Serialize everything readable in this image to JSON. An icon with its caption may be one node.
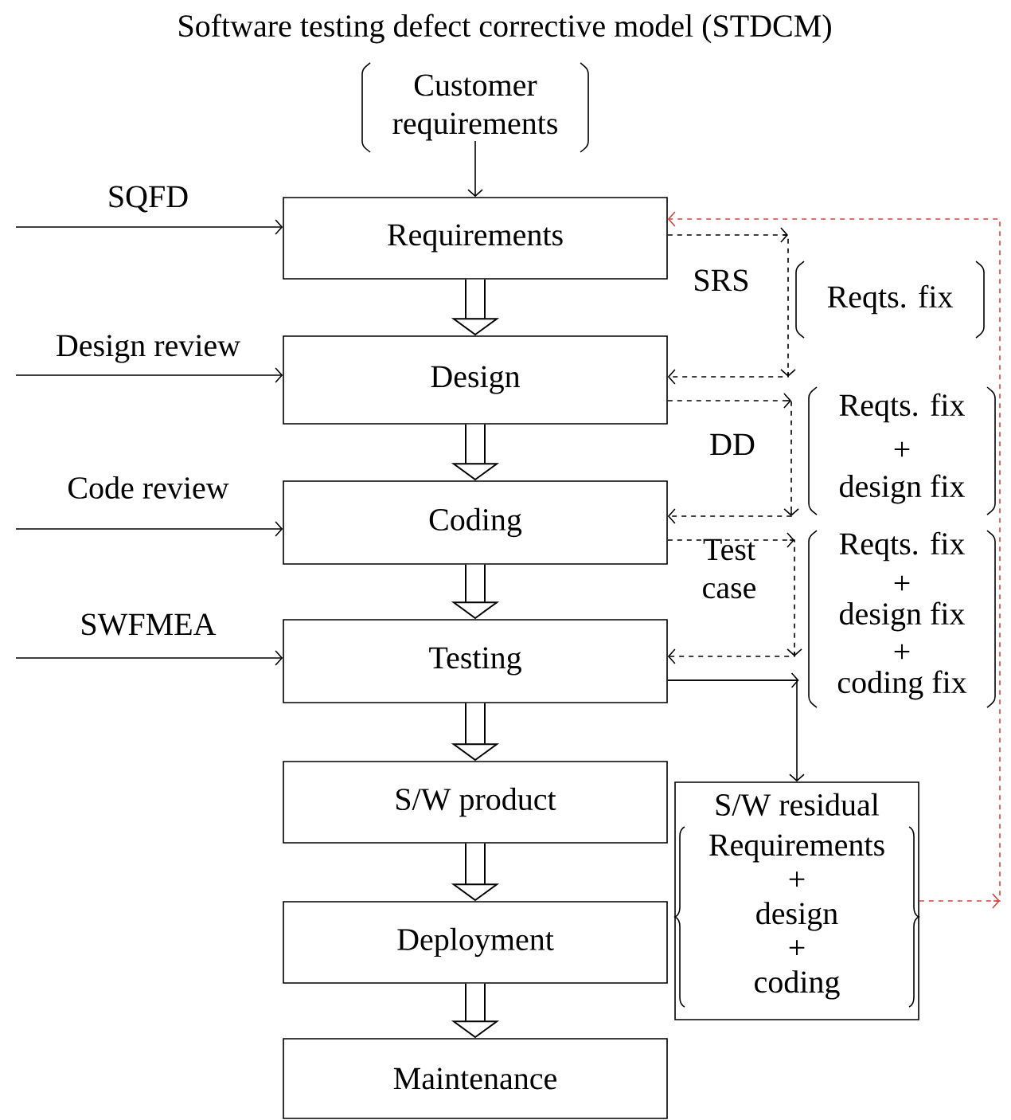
{
  "diagram": {
    "title": "Software testing defect corrective model (STDCM)",
    "nodes": [
      {
        "text": [
          "Customer requirements"
        ]
      },
      {
        "text": [
          "Requirements"
        ]
      },
      {
        "text": [
          "Design"
        ]
      },
      {
        "text": [
          "Coding"
        ]
      },
      {
        "text": [
          "Testing"
        ]
      },
      {
        "text": [
          "S/W product"
        ]
      },
      {
        "text": [
          "Deployment"
        ]
      },
      {
        "text": [
          "Maintenance"
        ]
      },
      {
        "text": [
          "S/W residual",
          "Requirements + design + coding"
        ]
      },
      {
        "text": [
          "Reqts. fix"
        ]
      },
      {
        "text": [
          "Reqts. fix",
          "+",
          "design fix"
        ]
      },
      {
        "text": [
          "Reqts. fix",
          "+",
          "design fix",
          "+",
          "coding fix"
        ]
      }
    ],
    "edges": [
      {
        "from": 0,
        "to": 1,
        "arrow": "to"
      },
      {
        "from": null,
        "to": 1,
        "arrow": "to",
        "label": "SQFD"
      },
      {
        "from": null,
        "to": 2,
        "arrow": "to",
        "label": "Design review"
      },
      {
        "from": null,
        "to": 3,
        "arrow": "to",
        "label": "Code review"
      },
      {
        "from": null,
        "to": 4,
        "arrow": "to",
        "label": "SWFMEA"
      },
      {
        "from": 1,
        "to": 2,
        "arrow": "to",
        "style": "thick"
      },
      {
        "from": 2,
        "to": 3,
        "arrow": "to",
        "style": "thick"
      },
      {
        "from": 3,
        "to": 4,
        "arrow": "to",
        "style": "thick"
      },
      {
        "from": 4,
        "to": 5,
        "arrow": "to",
        "style": "thick"
      },
      {
        "from": 5,
        "to": 6,
        "arrow": "to",
        "style": "thick"
      },
      {
        "from": 6,
        "to": 7,
        "arrow": "to",
        "style": "thick"
      },
      {
        "from": 1,
        "to": 2,
        "arrow": "to",
        "style": "dashed",
        "label": "SRS"
      },
      {
        "from": 2,
        "to": 3,
        "arrow": "to",
        "style": "dashed",
        "label": "DD"
      },
      {
        "from": 3,
        "to": 4,
        "arrow": "to",
        "style": "dashed",
        "label": "Test case"
      },
      {
        "from": 4,
        "to": 8,
        "arrow": "to"
      },
      {
        "from": 4,
        "to": 11,
        "arrow": "to"
      },
      {
        "from": 8,
        "to": 1,
        "arrow": "to",
        "style": "dashed",
        "color": "#d0463c"
      }
    ]
  }
}
